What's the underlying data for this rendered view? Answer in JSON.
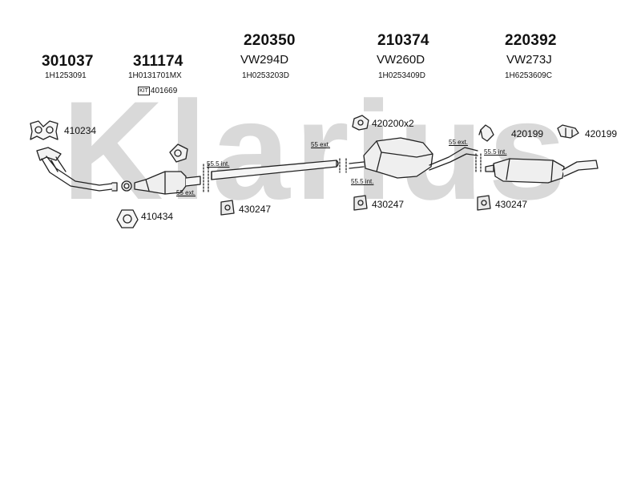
{
  "watermark": {
    "text": "Klarius",
    "color": "#d9d9d9"
  },
  "parts": [
    {
      "number": "301037",
      "ref": "",
      "oem": "1H1253091"
    },
    {
      "number": "311174",
      "ref": "",
      "oem": "1H0131701MX"
    },
    {
      "number": "220350",
      "ref": "VW294D",
      "oem": "1H0253203D"
    },
    {
      "number": "210374",
      "ref": "VW260D",
      "oem": "1H0253409D"
    },
    {
      "number": "220392",
      "ref": "VW273J",
      "oem": "1H6253609C"
    }
  ],
  "kit": {
    "badge": "KIT",
    "code": "401669"
  },
  "fittings": {
    "f410234": "410234",
    "f410434": "410434",
    "f430247a": "430247",
    "f430247b": "430247",
    "f430247c": "430247",
    "f420200": "420200x2",
    "f420199a": "420199",
    "f420199b": "420199"
  },
  "dimensions": {
    "d1": "55.5 int.",
    "d2": "55 ext.",
    "d3": "55 ext.",
    "d4": "55.5 int.",
    "d5": "55 ext.",
    "d6": "55.5 int."
  },
  "colors": {
    "line": "#222222",
    "part_fill": "#f2f2f2",
    "part_shade": "#d8d8d8"
  }
}
